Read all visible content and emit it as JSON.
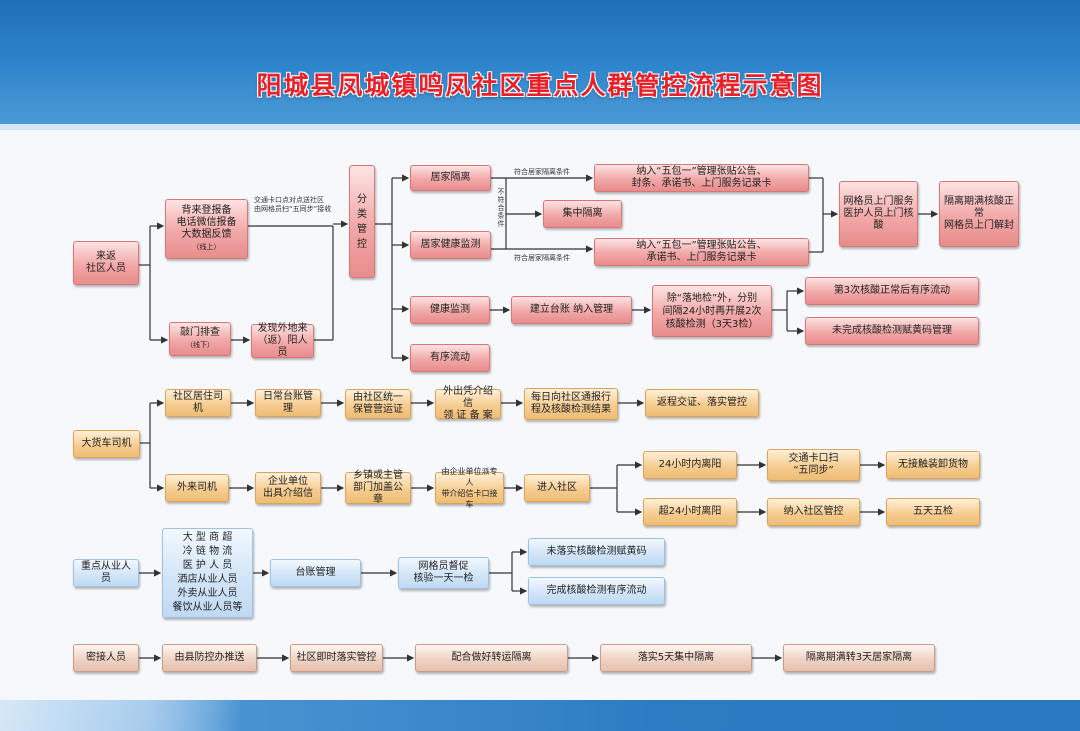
{
  "title": "阳城县凤城镇鸣凤社区重点人群管控流程示意图",
  "colors": {
    "header": "#2f86cc",
    "title": "#e8202a",
    "pink": "#f2a8a8",
    "tan": "#f6cd92",
    "blue": "#d3e6f8"
  },
  "sec1": {
    "laifan": "来返\n社区人员",
    "baobei": "背来登报备\n电话微信报备\n大数据反馈",
    "baobei_sub": "（线上）",
    "note_kakou": "交通卡口点对点送社区\n由网格员扫“五同步”接收",
    "saomen": "敲门排查",
    "saomen_sub": "（线下）",
    "faxian": "发现外地来\n（返）阳人员",
    "fenlei": "分\n类\n管\n控",
    "jujia": "居家隔离",
    "fuhe1": "符合居家隔离条件",
    "nayu1": "纳入“五包一”管理张贴公告、\n封条、承诺书、上门服务记录卡",
    "buhe": "不符合条件",
    "jizhong": "集中隔离",
    "jiankang": "居家健康监测",
    "fuhe2": "符合居家隔离条件",
    "nayu2": "纳入“五包一”管理张贴公告、\n承诺书、上门服务记录卡",
    "wangge": "网格员上门服务\n医护人员上门核酸",
    "manqi": "隔离期满核酸正常\n网格员上门解封",
    "jkjc": "健康监测",
    "taizhang": "建立台账  纳入管理",
    "chu": "除“落地检”外，分别\n间隔24小时再开展2次\n核酸检测（3天3检）",
    "di3": "第3次核酸正常后有序流动",
    "weiwan": "未完成核酸检测赋黄码管理",
    "youxu": "有序流动"
  },
  "sec2": {
    "label": "大货车司机",
    "local": "社区居住司机",
    "r1": [
      "日常台账管理",
      "由社区统一\n保管营运证",
      "外出凭介绍信\n领  证  备  案",
      "每日向社区通报行\n程及核酸检测结果",
      "返程交证、落实管控"
    ],
    "waiLai": "外来司机",
    "r2": [
      "企业单位\n出具介绍信",
      "乡镇或主管\n部门加盖公章",
      "由企业单位派专人\n带介绍信卡口接车",
      "进入社区"
    ],
    "in24": "24小时内离阳",
    "scan": "交通卡口扫\n“五同步”",
    "nocontact": "无接触装卸货物",
    "over24": "超24小时离阳",
    "nayuShequ": "纳入社区管控",
    "fiveDays": "五天五检"
  },
  "sec3": {
    "label": "重点从业人员",
    "list": "大 型 商 超\n冷 链 物 流\n医 护 人 员\n酒店从业人员\n外卖从业人员\n餐饮从业人员等",
    "taizhang": "台账管理",
    "ducu": "网格员督促\n核验一天一检",
    "weiluoshi": "未落实核酸检测赋黄码",
    "wancheng": "完成核酸检测有序流动"
  },
  "sec4": {
    "label": "密接人员",
    "steps": [
      "由县防控办推送",
      "社区即时落实管控",
      "配合做好转运隔离",
      "落实5天集中隔离",
      "隔离期满转3天居家隔离"
    ]
  }
}
